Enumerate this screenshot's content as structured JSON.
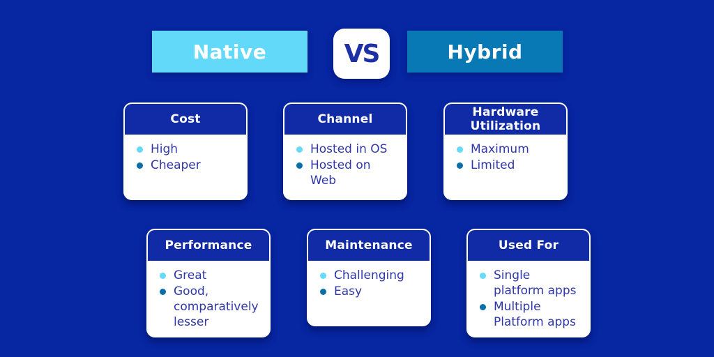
{
  "page": {
    "background_color": "#0626A2",
    "header_bar_color": "#112BA6",
    "body_text_color": "#3038A8"
  },
  "header": {
    "native_label": "Native",
    "vs_label": "VS",
    "hybrid_label": "Hybrid",
    "native_box_color": "#62D9F8",
    "hybrid_box_color": "#0879B5",
    "vs_text_color": "#1D30A5"
  },
  "legend": {
    "native_bullet_color": "#66DAF9",
    "hybrid_bullet_color": "#0A6FA9"
  },
  "cards": [
    {
      "title": "Cost",
      "native": "High",
      "hybrid": "Cheaper"
    },
    {
      "title": "Channel",
      "native": "Hosted in OS",
      "hybrid": "Hosted on\nWeb"
    },
    {
      "title": "Hardware\nUtilization",
      "native": "Maximum",
      "hybrid": "Limited"
    },
    {
      "title": "Performance",
      "native": "Great",
      "hybrid": "Good,\ncomparatively\nlesser"
    },
    {
      "title": "Maintenance",
      "native": "Challenging",
      "hybrid": "Easy"
    },
    {
      "title": "Used For",
      "native": "Single\nplatform apps",
      "hybrid": "Multiple\nPlatform apps"
    }
  ]
}
